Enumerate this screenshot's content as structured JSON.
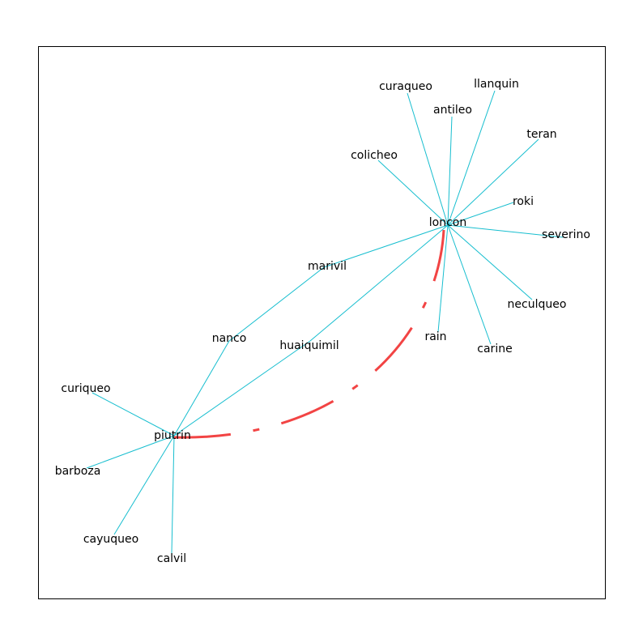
{
  "graph": {
    "edge_color": "#17becf",
    "highlight_color": "#f24444",
    "label_color": "#000000",
    "nodes": [
      {
        "id": "loncon",
        "label": "loncon"
      },
      {
        "id": "piutrin",
        "label": "piutrin"
      },
      {
        "id": "curaqueo",
        "label": "curaqueo"
      },
      {
        "id": "llanquin",
        "label": "llanquin"
      },
      {
        "id": "antileo",
        "label": "antileo"
      },
      {
        "id": "teran",
        "label": "teran"
      },
      {
        "id": "colicheo",
        "label": "colicheo"
      },
      {
        "id": "roki",
        "label": "roki"
      },
      {
        "id": "severino",
        "label": "severino"
      },
      {
        "id": "marivil",
        "label": "marivil"
      },
      {
        "id": "neculqueo",
        "label": "neculqueo"
      },
      {
        "id": "nanco",
        "label": "nanco"
      },
      {
        "id": "huaiquimil",
        "label": "huaiquimil"
      },
      {
        "id": "rain",
        "label": "rain"
      },
      {
        "id": "carine",
        "label": "carine"
      },
      {
        "id": "curiqueo",
        "label": "curiqueo"
      },
      {
        "id": "barboza",
        "label": "barboza"
      },
      {
        "id": "cayuqueo",
        "label": "cayuqueo"
      },
      {
        "id": "calvil",
        "label": "calvil"
      }
    ],
    "edges": [
      [
        "loncon",
        "curaqueo"
      ],
      [
        "loncon",
        "antileo"
      ],
      [
        "loncon",
        "llanquin"
      ],
      [
        "loncon",
        "teran"
      ],
      [
        "loncon",
        "colicheo"
      ],
      [
        "loncon",
        "roki"
      ],
      [
        "loncon",
        "severino"
      ],
      [
        "loncon",
        "marivil"
      ],
      [
        "loncon",
        "huaiquimil"
      ],
      [
        "loncon",
        "rain"
      ],
      [
        "loncon",
        "carine"
      ],
      [
        "loncon",
        "neculqueo"
      ],
      [
        "marivil",
        "nanco"
      ],
      [
        "nanco",
        "piutrin"
      ],
      [
        "huaiquimil",
        "piutrin"
      ],
      [
        "piutrin",
        "curiqueo"
      ],
      [
        "piutrin",
        "barboza"
      ],
      [
        "piutrin",
        "cayuqueo"
      ],
      [
        "piutrin",
        "calvil"
      ]
    ],
    "highlighted_edge": {
      "source": "piutrin",
      "target": "loncon",
      "style": "dash-dot"
    }
  }
}
